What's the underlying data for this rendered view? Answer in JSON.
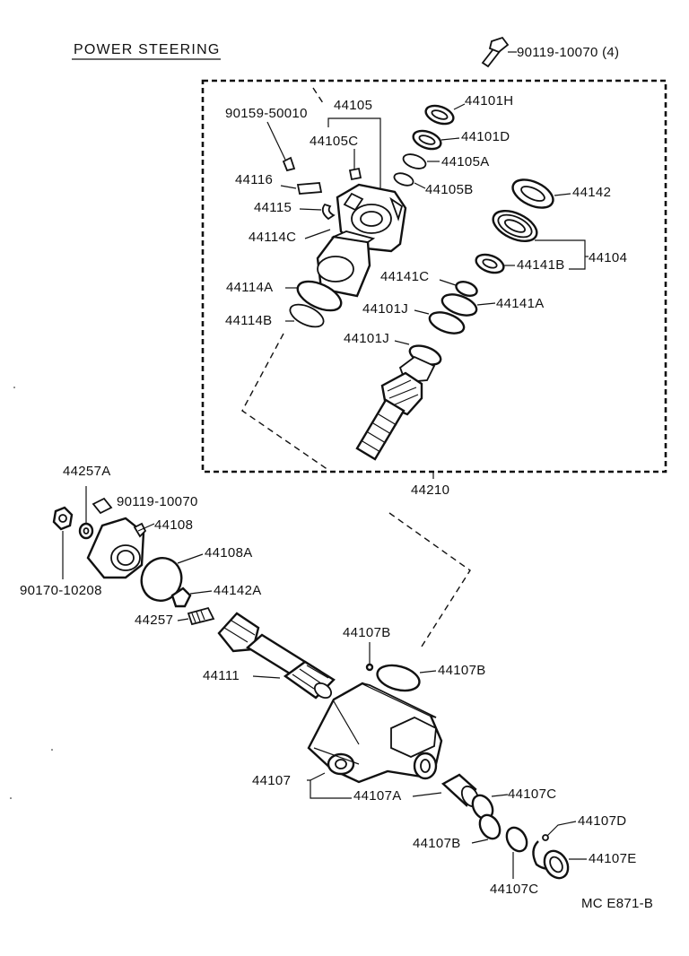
{
  "diagram": {
    "title": "POWER STEERING",
    "footer_code": "MC E871-B",
    "assembly_label": "44210",
    "labels": {
      "l_90119_10070_4": "90119-10070 (4)",
      "l_90159_50010": "90159-50010",
      "l_44105": "44105",
      "l_44105C": "44105C",
      "l_44116": "44116",
      "l_44115": "44115",
      "l_44114C": "44114C",
      "l_44114A": "44114A",
      "l_44114B": "44114B",
      "l_44101H": "44101H",
      "l_44101D": "44101D",
      "l_44105A": "44105A",
      "l_44105B": "44105B",
      "l_44142": "44142",
      "l_44141B": "44141B",
      "l_44104": "44104",
      "l_44141C": "44141C",
      "l_44141A": "44141A",
      "l_44101J_a": "44101J",
      "l_44101J_b": "44101J",
      "l_44257A": "44257A",
      "l_90119_10070": "90119-10070",
      "l_44108": "44108",
      "l_44108A": "44108A",
      "l_90170_10208": "90170-10208",
      "l_44142A": "44142A",
      "l_44257": "44257",
      "l_44111": "44111",
      "l_44107B_a": "44107B",
      "l_44107B_b": "44107B",
      "l_44107": "44107",
      "l_44107A": "44107A",
      "l_44107C_a": "44107C",
      "l_44107D": "44107D",
      "l_44107B_c": "44107B",
      "l_44107E": "44107E",
      "l_44107C_b": "44107C"
    }
  }
}
